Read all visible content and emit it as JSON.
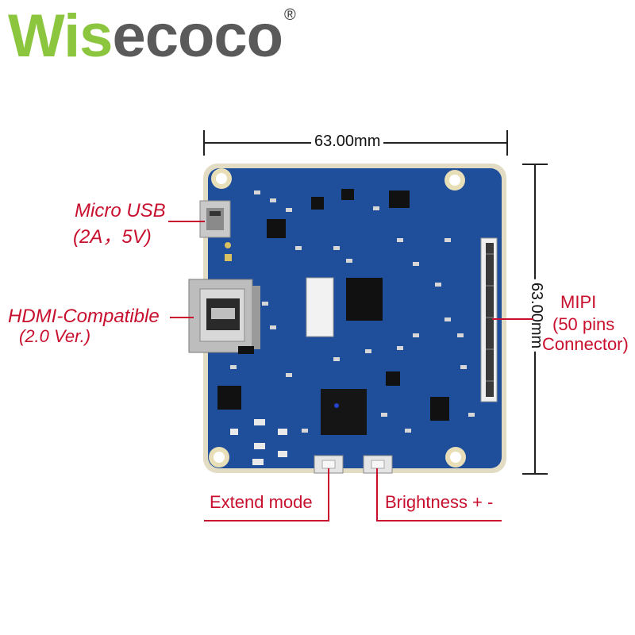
{
  "brand": {
    "logo_text": "Wisecoco",
    "registered_mark": "®"
  },
  "dimensions": {
    "width_label": "63.00mm",
    "height_label": "63.00mm"
  },
  "labels": {
    "micro_usb": "Micro USB",
    "micro_usb_spec": "(2A，5V)",
    "hdmi": "HDMI-Compatible",
    "hdmi_spec": "(2.0 Ver.)",
    "mipi": "MIPI",
    "mipi_pins": "(50 pins",
    "mipi_connector": "Connector)",
    "extend_mode": "Extend mode",
    "brightness": "Brightness + -"
  },
  "colors": {
    "pcb": "#1f4f9a",
    "pcb_edge": "#e8e0c8",
    "label_red": "#c8102e",
    "logo_green": "#8cc63f",
    "logo_gray": "#5a5a5a"
  }
}
